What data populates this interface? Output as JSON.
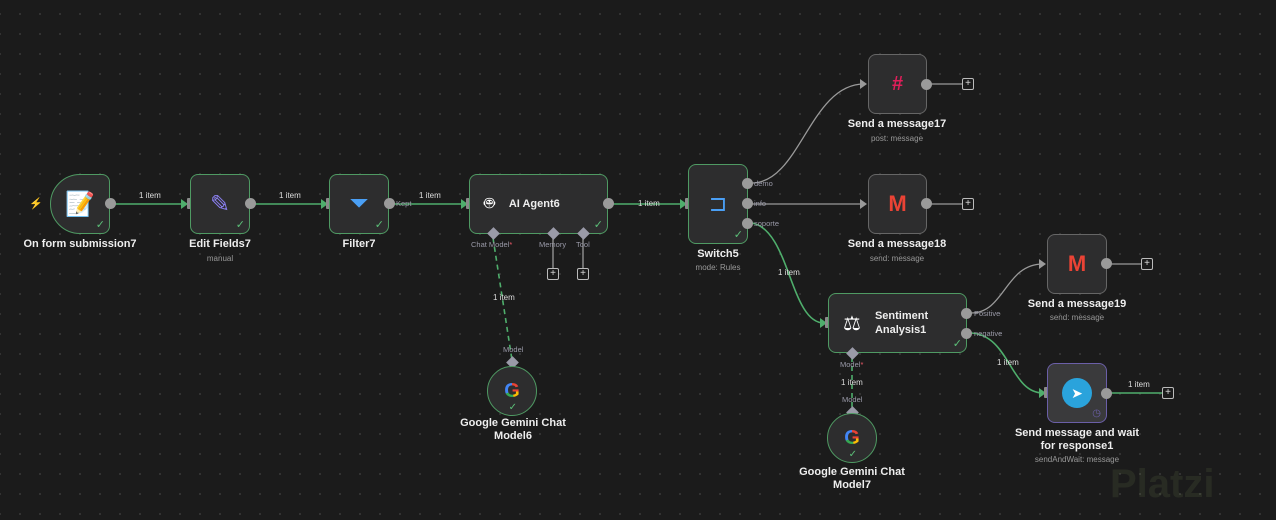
{
  "nodes": {
    "trigger": {
      "name": "On form submission7",
      "icon": "form-icon"
    },
    "edit": {
      "name": "Edit Fields7",
      "subtitle": "manual",
      "icon": "pencil-icon"
    },
    "filter": {
      "name": "Filter7",
      "icon": "funnel-icon",
      "output": "Kept"
    },
    "agent": {
      "name": "AI Agent6",
      "icon": "robot-icon",
      "ports": {
        "chat_model": "Chat Model",
        "required": "*",
        "memory": "Memory",
        "tool": "Tool"
      }
    },
    "switch": {
      "name": "Switch5",
      "subtitle": "mode: Rules",
      "icon": "signpost-icon",
      "outputs": [
        "demo",
        "info",
        "soporte"
      ]
    },
    "slack": {
      "name": "Send a message17",
      "subtitle": "post: message",
      "icon": "slack-icon"
    },
    "gmail18": {
      "name": "Send a message18",
      "subtitle": "send: message",
      "icon": "gmail-icon"
    },
    "sentiment": {
      "name": "Sentiment Analysis1",
      "name_line1": "Sentiment",
      "name_line2": "Analysis1",
      "icon": "scale-icon",
      "outputs": [
        "Positive",
        "negative"
      ],
      "model_port": "Model"
    },
    "gmail19": {
      "name": "Send a message19",
      "subtitle": "send: message",
      "icon": "gmail-icon"
    },
    "telegram": {
      "name": "Send message and wait for response1",
      "name_line1": "Send message and wait",
      "name_line2": "for response1",
      "subtitle": "sendAndWait: message",
      "icon": "telegram-icon"
    },
    "gemini6": {
      "name_line1": "Google Gemini Chat",
      "name_line2": "Model6",
      "port": "Model",
      "icon": "google-icon"
    },
    "gemini7": {
      "name_line1": "Google Gemini Chat",
      "name_line2": "Model7",
      "port": "Model",
      "icon": "google-icon"
    }
  },
  "edge_label": "1 item",
  "add_label": "+",
  "check": "✓",
  "colors": {
    "success": "#4f9a63",
    "edge": "#4fae6c",
    "telegram_border": "#6b5fa8",
    "background": "#1b1b1b"
  },
  "watermark": "Platzi"
}
